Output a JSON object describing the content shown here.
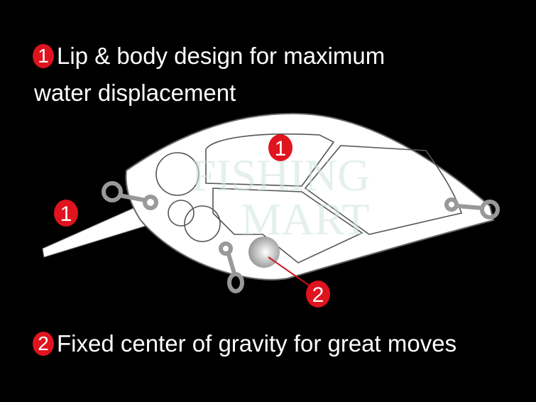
{
  "features": [
    {
      "number": "1",
      "line1": "Lip & body design for maximum",
      "line2": "water displacement"
    },
    {
      "number": "2",
      "line1": "Fixed center of gravity for great moves"
    }
  ],
  "callouts": {
    "lip": "1",
    "body": "1",
    "weight": "2"
  },
  "watermark": {
    "line1": "FISHING",
    "line2": "MART"
  },
  "colors": {
    "background": "#000000",
    "accent": "#e0141e",
    "body": "#ffffff",
    "outline": "#555555"
  }
}
